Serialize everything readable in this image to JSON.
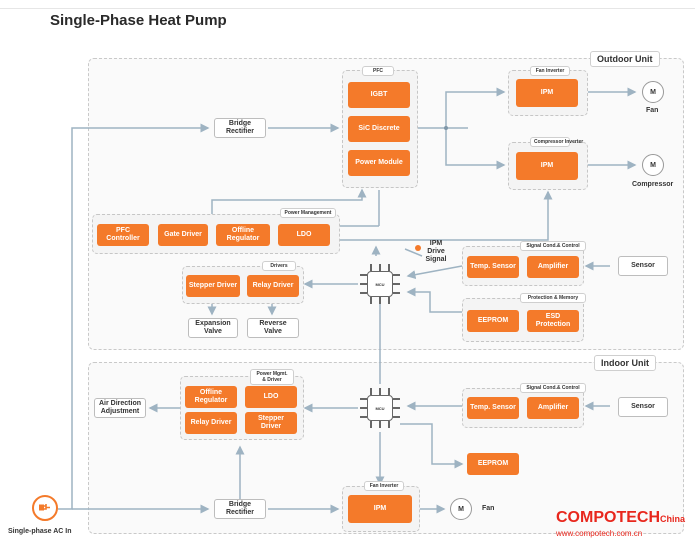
{
  "title": "Single-Phase Heat Pump",
  "regions": {
    "outdoor": "Outdoor Unit",
    "indoor": "Indoor Unit"
  },
  "outdoor": {
    "bridge_rectifier": "Bridge Rectifier",
    "pfc": {
      "label": "PFC",
      "items": [
        "IGBT",
        "SiC Discrete",
        "Power Module"
      ]
    },
    "fan_inverter": {
      "label": "Fan Inverter",
      "ipm": "IPM"
    },
    "compressor_inverter": {
      "label": "Compressor Inverter",
      "ipm": "IPM"
    },
    "fan": {
      "motor": "M",
      "label": "Fan"
    },
    "compressor": {
      "motor": "M",
      "label": "Compressor"
    },
    "power_mgmt": {
      "label": "Power Management",
      "items": [
        "PFC Controller",
        "Gate Driver",
        "Offline Regulator",
        "LDO"
      ]
    },
    "ipm_signal": "IPM Drive Signal",
    "drivers": {
      "label": "Drivers",
      "items": [
        "Stepper Driver",
        "Relay Driver"
      ]
    },
    "expansion_valve": "Expansion Valve",
    "reverse_valve": "Reverse Valve",
    "mcu": "MCU",
    "signal_cond": {
      "label": "Signal Cond.& Control",
      "items": [
        "Temp. Sensor",
        "Amplifier"
      ]
    },
    "sensor": "Sensor",
    "protection": {
      "label": "Protection & Memory",
      "items": [
        "EEPROM",
        "ESD Protection"
      ]
    }
  },
  "indoor": {
    "power_mgmt": {
      "label": "Power Mgmt. & Driver",
      "items": [
        "Offline Regulator",
        "LDO",
        "Relay Driver",
        "Stepper Driver"
      ]
    },
    "air_direction": "Air Direction Adjustment",
    "mcu": "MCU",
    "signal_cond": {
      "label": "Signal Cond.& Control",
      "items": [
        "Temp. Sensor",
        "Amplifier"
      ]
    },
    "sensor": "Sensor",
    "eeprom": "EEPROM",
    "bridge_rectifier": "Bridge Rectifier",
    "fan_inverter": {
      "label": "Fan Inverter",
      "ipm": "IPM"
    },
    "fan": {
      "motor": "M",
      "label": "Fan"
    }
  },
  "ac_in": "Single-phase AC In",
  "watermark": {
    "brand": "COMPOTECH",
    "suffix": "China",
    "url": "www.compotech.com.cn"
  },
  "colors": {
    "accent": "#f47a2a",
    "line": "#9eb3c2",
    "watermark": "#e8271d"
  }
}
